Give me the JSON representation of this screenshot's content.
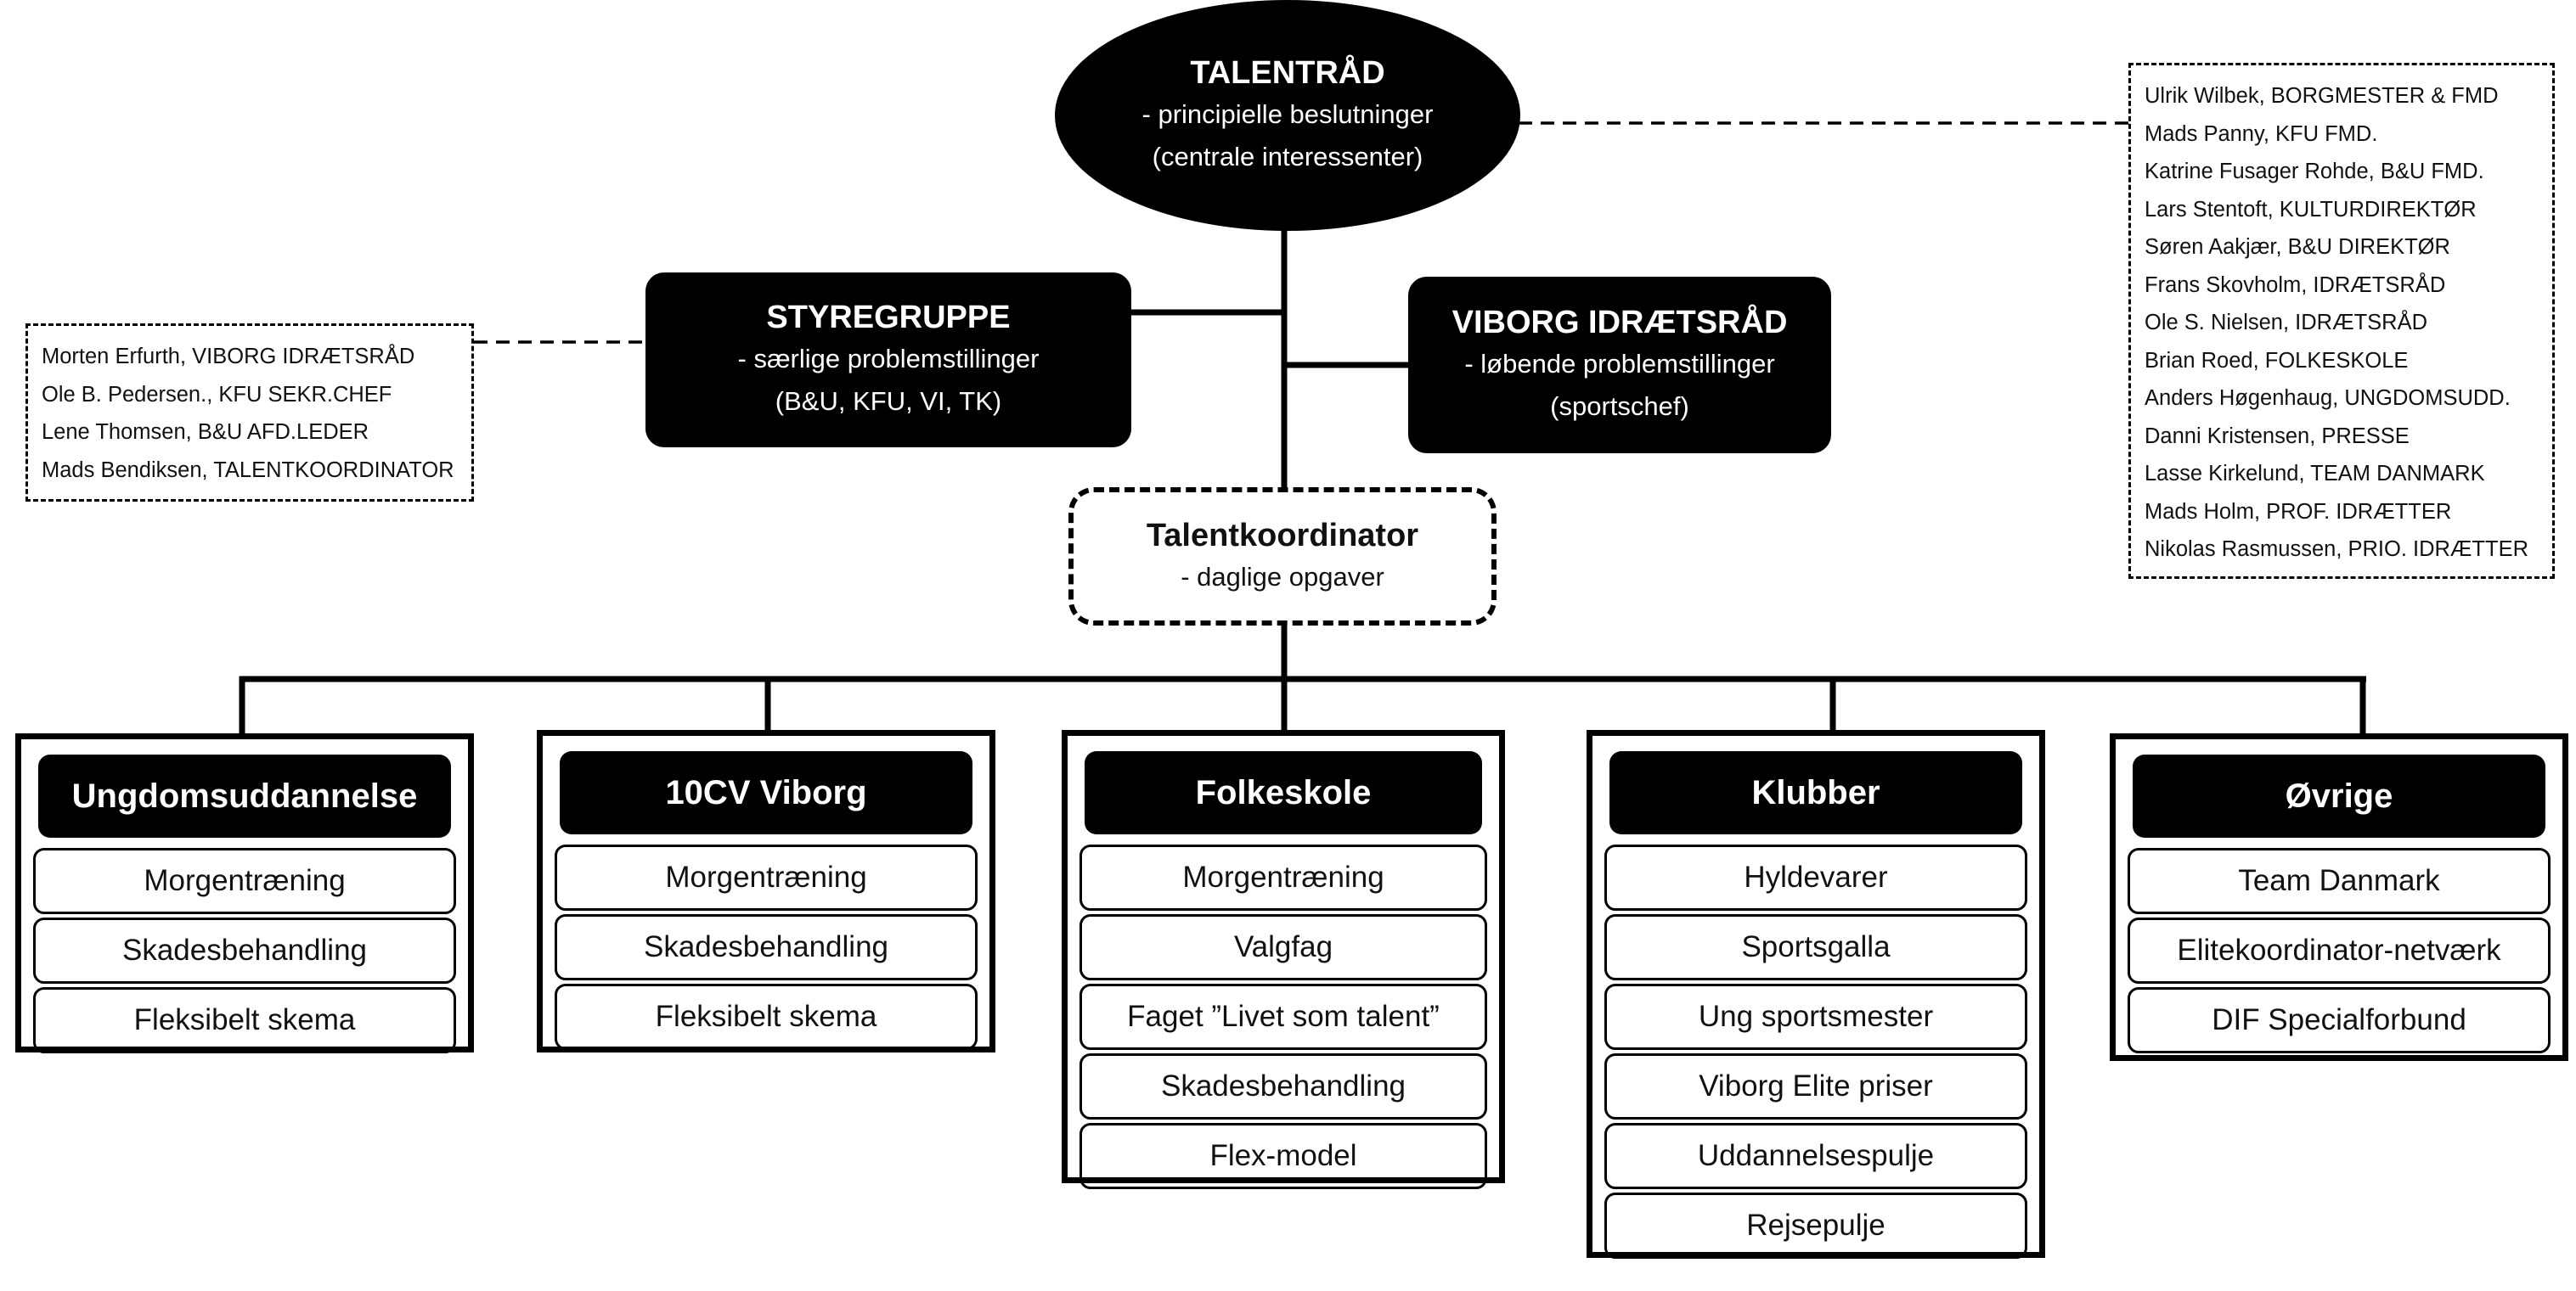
{
  "talentraad": {
    "title": "TALENTRÅD",
    "line1": "- principielle beslutninger",
    "line2": "(centrale interessenter)"
  },
  "styregruppe": {
    "title": "STYREGRUPPE",
    "line1": "- særlige problemstillinger",
    "line2": "(B&U, KFU, VI, TK)"
  },
  "idraetsraad": {
    "title": "VIBORG IDRÆTSRÅD",
    "line1": "- løbende problemstillinger",
    "line2": "(sportschef)"
  },
  "koordinator": {
    "title": "Talentkoordinator",
    "line1": "- daglige opgaver"
  },
  "styregruppe_members": [
    "Morten Erfurth, VIBORG IDRÆTSRÅD",
    "Ole B. Pedersen., KFU SEKR.CHEF",
    "Lene Thomsen, B&U AFD.LEDER",
    "Mads Bendiksen, TALENTKOORDINATOR"
  ],
  "talentraad_members": [
    "Ulrik Wilbek, BORGMESTER & FMD",
    "Mads Panny, KFU FMD.",
    "Katrine Fusager Rohde, B&U FMD.",
    "Lars Stentoft, KULTURDIREKTØR",
    "Søren Aakjær, B&U DIREKTØR",
    "Frans Skovholm, IDRÆTSRÅD",
    "Ole S. Nielsen, IDRÆTSRÅD",
    "Brian Roed, FOLKESKOLE",
    "Anders Høgenhaug, UNGDOMSUDD.",
    "Danni Kristensen, PRESSE",
    "Lasse Kirkelund,  TEAM DANMARK",
    "Mads Holm, PROF. IDRÆTTER",
    "Nikolas Rasmussen, PRIO. IDRÆTTER"
  ],
  "departments": [
    {
      "title": "Ungdomsuddannelse",
      "items": [
        "Morgentræning",
        "Skadesbehandling",
        "Fleksibelt skema"
      ]
    },
    {
      "title": "10CV Viborg",
      "items": [
        "Morgentræning",
        "Skadesbehandling",
        "Fleksibelt skema"
      ]
    },
    {
      "title": "Folkeskole",
      "items": [
        "Morgentræning",
        "Valgfag",
        "Faget ”Livet som talent”",
        "Skadesbehandling",
        "Flex-model"
      ]
    },
    {
      "title": "Klubber",
      "items": [
        "Hyldevarer",
        "Sportsgalla",
        "Ung sportsmester",
        "Viborg Elite priser",
        "Uddannelsespulje",
        "Rejsepulje"
      ]
    },
    {
      "title": "Øvrige",
      "items": [
        "Team Danmark",
        "Elitekoordinator-netværk",
        "DIF Specialforbund"
      ]
    }
  ]
}
